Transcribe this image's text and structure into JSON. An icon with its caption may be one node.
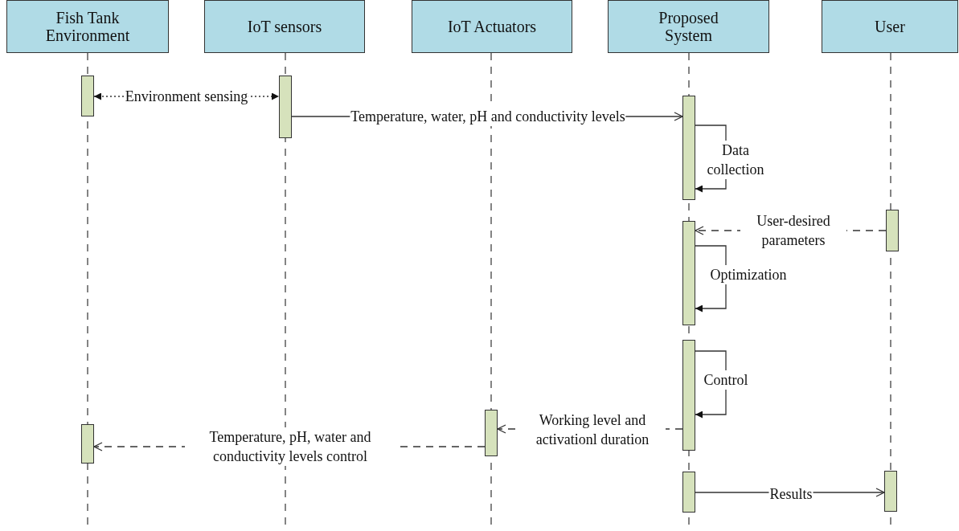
{
  "diagram": {
    "nodes": [
      {
        "text": [
          "Fish Tank Environment"
        ]
      },
      {
        "text": [
          "IoT sensors"
        ]
      },
      {
        "text": [
          "IoT Actuators"
        ]
      },
      {
        "text": [
          "Proposed System"
        ]
      },
      {
        "text": [
          "User"
        ]
      },
      {
        "text": [],
        "shape": "bar"
      },
      {
        "text": [],
        "shape": "bar"
      },
      {
        "text": [],
        "shape": "bar"
      },
      {
        "text": [],
        "shape": "bar"
      },
      {
        "text": [],
        "shape": "bar"
      },
      {
        "text": [],
        "shape": "bar"
      },
      {
        "text": [],
        "shape": "bar"
      },
      {
        "text": [],
        "shape": "bar"
      },
      {
        "text": [],
        "shape": "bar"
      },
      {
        "text": [],
        "shape": "bar"
      }
    ],
    "edges": [
      {
        "from": 5,
        "to": 6,
        "arrow": "both",
        "label": "Environment sensing",
        "style": "dashed"
      },
      {
        "from": 6,
        "to": 7,
        "arrow": "to",
        "label": "Temperature, water, pH and conductivity levels"
      },
      {
        "from": 7,
        "to": 7,
        "arrow": "to",
        "label": "Data collection"
      },
      {
        "from": 8,
        "to": 9,
        "arrow": "to",
        "label": "User-desired parameters",
        "style": "dashed"
      },
      {
        "from": 9,
        "to": 9,
        "arrow": "to",
        "label": "Optimization"
      },
      {
        "from": 10,
        "to": 10,
        "arrow": "to",
        "label": "Control"
      },
      {
        "from": 10,
        "to": 11,
        "arrow": "to",
        "label": "Working level and activationl duration",
        "style": "dashed"
      },
      {
        "from": 11,
        "to": 12,
        "arrow": "to",
        "label": "Temperature, pH, water and conductivity levels control",
        "style": "dashed"
      },
      {
        "from": 13,
        "to": 14,
        "arrow": "to",
        "label": "Results"
      }
    ]
  }
}
